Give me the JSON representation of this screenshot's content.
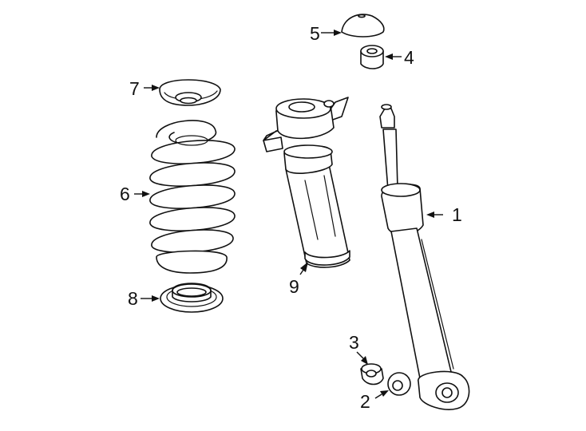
{
  "colors": {
    "line": "#111111",
    "background": "#ffffff"
  },
  "callouts": [
    {
      "id": "1",
      "label": "1"
    },
    {
      "id": "2",
      "label": "2"
    },
    {
      "id": "3",
      "label": "3"
    },
    {
      "id": "4",
      "label": "4"
    },
    {
      "id": "5",
      "label": "5"
    },
    {
      "id": "6",
      "label": "6"
    },
    {
      "id": "7",
      "label": "7"
    },
    {
      "id": "8",
      "label": "8"
    },
    {
      "id": "9",
      "label": "9"
    }
  ]
}
